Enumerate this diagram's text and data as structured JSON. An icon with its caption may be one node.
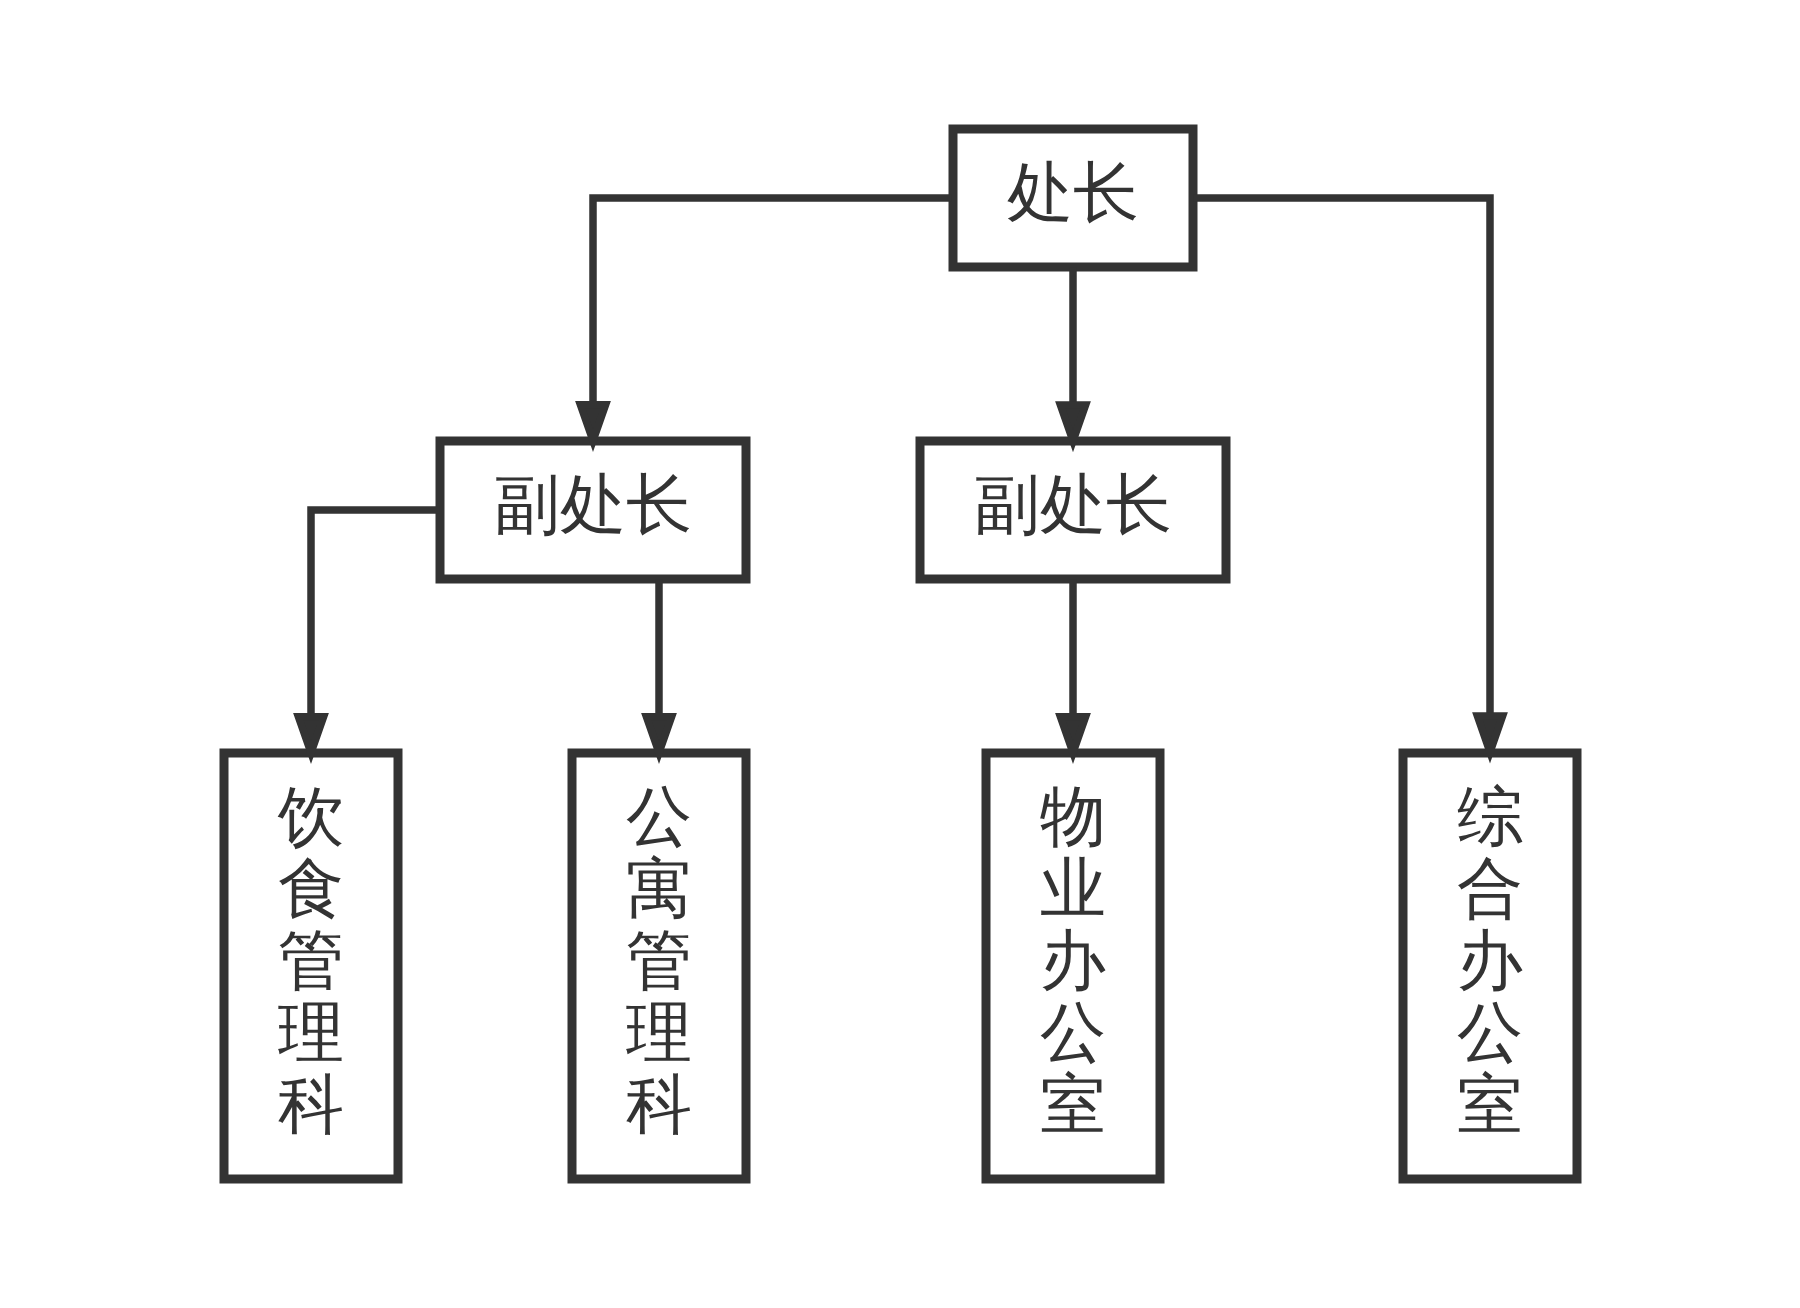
{
  "diagram": {
    "nodes": [
      {
        "text": [
          "处长"
        ]
      },
      {
        "text": [
          "副处长"
        ]
      },
      {
        "text": [
          "副处长"
        ]
      },
      {
        "text": [
          "饮食管理科"
        ]
      },
      {
        "text": [
          "公寓管理科"
        ]
      },
      {
        "text": [
          "物业办公室"
        ]
      },
      {
        "text": [
          "综合办公室"
        ]
      }
    ],
    "edges": [
      {
        "from": 0,
        "to": 1,
        "arrow": "to"
      },
      {
        "from": 0,
        "to": 2,
        "arrow": "to"
      },
      {
        "from": 0,
        "to": 6,
        "arrow": "to"
      },
      {
        "from": 1,
        "to": 3,
        "arrow": "to"
      },
      {
        "from": 1,
        "to": 4,
        "arrow": "to"
      },
      {
        "from": 2,
        "to": 5,
        "arrow": "to"
      }
    ]
  }
}
